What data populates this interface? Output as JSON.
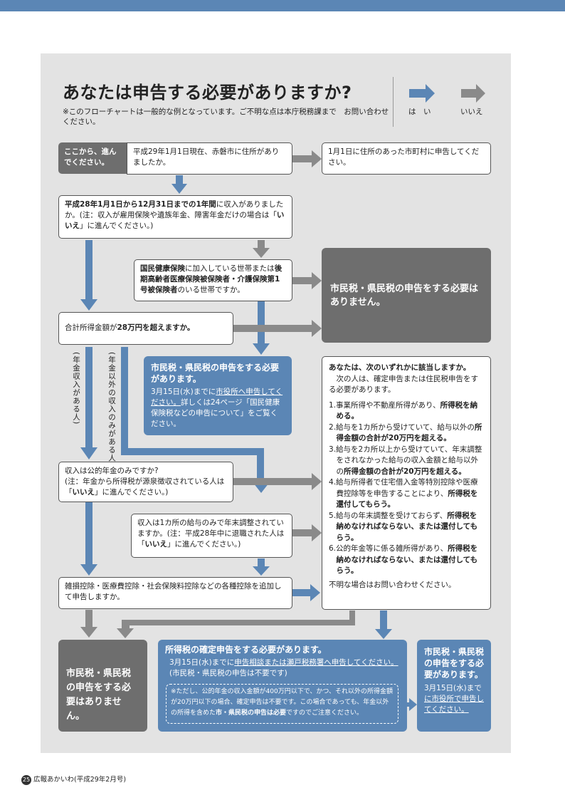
{
  "title": "あなたは申告する必要がありますか?",
  "note": "※このフローチャートは一般的な例となっています。ご不明な点は本庁税務課まで　お問い合わせください。",
  "legend": {
    "yes": "は　い",
    "no": "いいえ"
  },
  "start_tag": "ここから、進んでください。",
  "q1": "平成29年1月1日現在、赤磐市に住所がありましたか。",
  "r_other_city": "1月1日に住所のあった市町村に申告してください。",
  "q2_a": "平成28年1月1日から12月31日までの1年間",
  "q2_b": "に収入がありましたか。(注：収入が雇用保険や遺族年金、障害年金だけの場合は「",
  "q2_c": "いいえ",
  "q2_d": "」に進んでください。)",
  "q3_a": "国民健康保険",
  "q3_b": "に加入している世帯または",
  "q3_c": "後期高齢者医療保険被保険者・介護保険第1号被保険者",
  "q3_d": "のいる世帯ですか。",
  "r_no_need_1": "市民税・県民税の申告をする必要はありません。",
  "q4_a": "合計所得金額が",
  "q4_b": "28万円を超えますか。",
  "v_pension": "(年金収入がある人)",
  "v_nonpension": "(年金以外の収入のみがある人)",
  "r_need_title": "市民税・県民税の申告をする必要があります。",
  "r_need_body_a": "3月15日(水)までに",
  "r_need_body_b": "市役所へ申告してください。",
  "r_need_body_c": "詳しくは24ページ「国民健康保険税などの申告について」をご覧ください。",
  "check": {
    "title": "あなたは、次のいずれかに該当しますか。",
    "intro": "次の人は、確定申告または住民税申告をする必要があります。",
    "items": [
      {
        "n": "1.",
        "a": "事業所得や不動産所得があり、",
        "b": "所得税を納める。"
      },
      {
        "n": "2.",
        "a": "給与を1カ所から受けていて、給与以外の",
        "b": "所得金額の合計が20万円を超える。"
      },
      {
        "n": "3.",
        "a": "給与を2カ所以上から受けていて、年末調整をされなかった給与の収入金額と給与以外の",
        "b": "所得金額の合計が20万円を超える。"
      },
      {
        "n": "4.",
        "a": "給与所得者で住宅借入金等特別控除や医療費控除等を申告することにより、",
        "b": "所得税を還付してもらう。"
      },
      {
        "n": "5.",
        "a": "給与の年末調整を受けておらず、",
        "b": "所得税を納めなければならない、または還付してもらう。"
      },
      {
        "n": "6.",
        "a": "公的年金等に係る雑所得があり、",
        "b": "所得税を納めなければならない、または還付してもらう。"
      }
    ],
    "footer": "不明な場合はお問い合わせください。"
  },
  "q5_a": "収入は公的年金のみですか?",
  "q5_b": "(注：年金から所得税が源泉徴収されている人は「",
  "q5_c": "いいえ",
  "q5_d": "」に進んでください。)",
  "q6_a": "収入は1カ所の給与のみで年末調整されていますか。(注：平成28年中に退職された人は「",
  "q6_b": "いいえ",
  "q6_c": "」に進んでください。)",
  "q7": "雑損控除・医療費控除・社会保険料控除などの各種控除を追加して申告しますか。",
  "r_no_need_2": "市民税・県民税の申告をする必要はありません。",
  "r_kakutei": {
    "title": "所得税の確定申告をする必要があります。",
    "body_a": "3月15日(水)までに",
    "body_b": "申告相談または瀬戸税務署へ申告してください。",
    "body_c": "(市民税・県民税の申告は不要です)",
    "note_a": "※ただし、公的年金の収入金額が400万円以下で、かつ、それ以外の所得金額が20万円以下の場合、確定申告は不要です。この場合であっても、年金以外の所得を含めた",
    "note_b": "市・県民税の申告は必要",
    "note_c": "ですのでご注意ください。"
  },
  "r_shimin": {
    "title": "市民税・県民税の申告をする必要があります。",
    "body_a": "3月15日(水)まで",
    "body_b": "に市役所で申告してください。"
  },
  "footer": {
    "page": "25",
    "text": "広報あかいわ(平成29年2月号)"
  },
  "colors": {
    "yes": "#5b86b5",
    "no": "#8a8a8a",
    "dark": "#6e6e6e",
    "panel": "#e3e3e3"
  }
}
